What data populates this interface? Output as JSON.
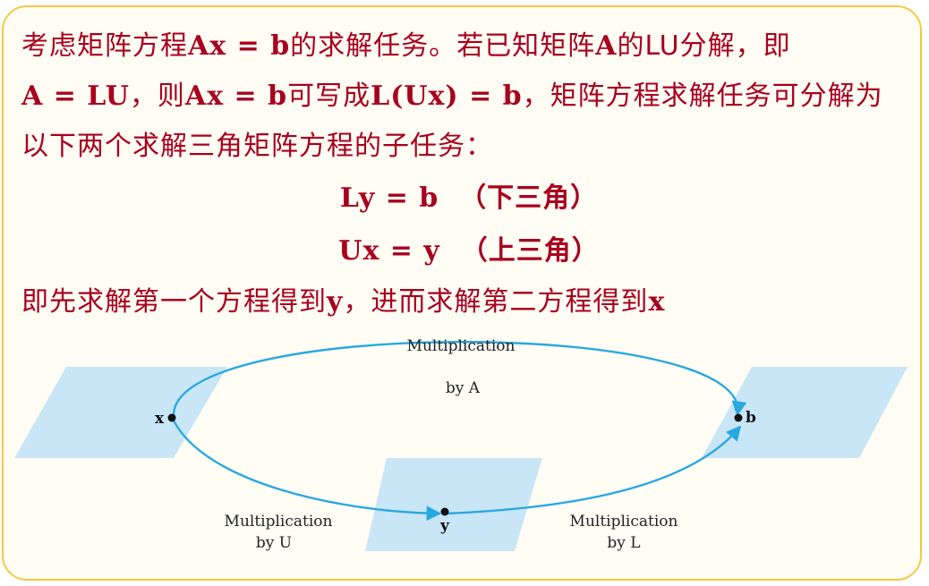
{
  "text": {
    "line1_a": "考虑矩阵方程",
    "line1_b": "Ax = b",
    "line1_c": "的求解任务。若已知矩阵",
    "line1_d": "A",
    "line1_e": "的LU分解，即",
    "line2_a": "A = LU",
    "line2_b": "，则",
    "line2_c": "Ax = b",
    "line2_d": "可写成",
    "line2_e": "L(Ux) = b",
    "line2_f": "，矩阵方程求解任务可分解为",
    "line3": "以下两个求解三角矩阵方程的子任务：",
    "eq1": "Ly = b",
    "eq1_note": "（下三角）",
    "eq2": "Ux = y",
    "eq2_note": "（上三角）",
    "line4_a": "即先求解第一个方程得到",
    "line4_b": "y",
    "line4_c": "，进而求解第二方程得到",
    "line4_d": "x"
  },
  "diagram": {
    "top_label_1": "Multiplication",
    "top_label_2": "by A",
    "left_label_1": "Multiplication",
    "left_label_2": "by U",
    "right_label_1": "Multiplication",
    "right_label_2": "by L",
    "point_x": "x",
    "point_y": "y",
    "point_b": "b"
  },
  "colors": {
    "text": "#a8001e",
    "border": "#f5c842",
    "plane": "#c9e6f7",
    "arrow": "#29a8e0"
  }
}
